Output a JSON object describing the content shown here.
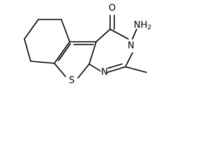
{
  "molecule": {
    "atoms": {
      "oxygen": "O",
      "amino": "NH",
      "amino_subscript": "2",
      "ring_nitrogen": "N",
      "sulfur": "S"
    }
  }
}
